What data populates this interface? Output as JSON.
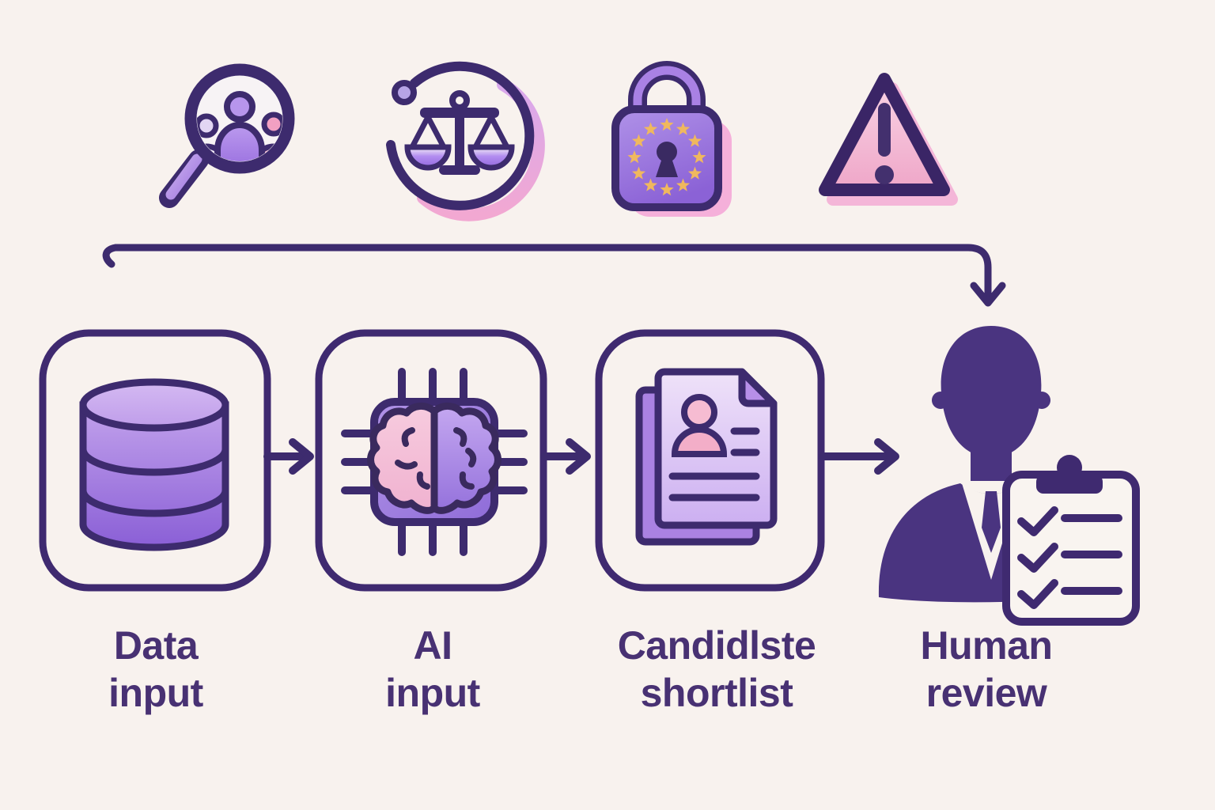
{
  "diagram": {
    "type": "flow-diagram",
    "background_color": "#f8f2ee",
    "outline_color": "#3d2b6e",
    "text_color": "#483173",
    "accent_colors": {
      "purple_main": "#9a74dd",
      "purple_light": "#c9aaec",
      "pink": "#f2aac9",
      "pink_light": "#f8cfe0",
      "gold_stars": "#f0b85e",
      "silhouette_purple": "#4a3480"
    },
    "top_icons": [
      {
        "name": "magnifier-people-icon"
      },
      {
        "name": "scales-of-justice-icon"
      },
      {
        "name": "gdpr-lock-icon"
      },
      {
        "name": "warning-triangle-icon"
      }
    ],
    "stages": [
      {
        "line1": "Data",
        "line2": "input",
        "icon": "database-icon"
      },
      {
        "line1": "AI",
        "line2": "input",
        "icon": "ai-chip-brain-icon"
      },
      {
        "line1": "Candidlste",
        "line2": "shortlist",
        "icon": "candidate-documents-icon"
      },
      {
        "line1": "Human",
        "line2": "review",
        "icon": "person-with-clipboard-icon"
      }
    ]
  }
}
